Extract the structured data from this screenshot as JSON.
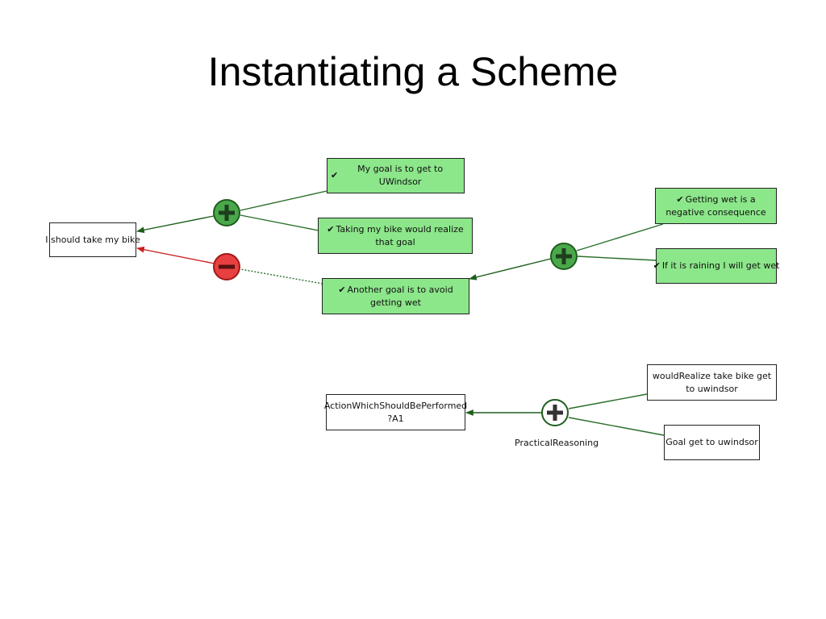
{
  "slide": {
    "title": "Instantiating a Scheme"
  },
  "diagram1": {
    "claim": "I should take my bike",
    "premise_goal": "My goal is to get to UWindsor",
    "premise_realize": "Taking my bike would realize that goal",
    "counter_goal": "Another goal is to avoid getting wet",
    "wet_negative": "Getting wet is a negative consequence",
    "raining_wet": "If it is raining I will get wet",
    "check_glyph": "✔"
  },
  "diagram2": {
    "conclusion": "ActionWhichShouldBePerformed ?A1",
    "premise_realize": "wouldRealize take bike get to uwindsor",
    "premise_goal": "Goal get to uwindsor",
    "scheme_label": "PracticalReasoning"
  },
  "colors": {
    "support": "#1e5e1e",
    "support_fill": "#4aa84a",
    "attack": "#cc1f1f",
    "attack_fill": "#e84040",
    "node_green": "#8ce68a"
  },
  "icons": {
    "support": "plus-circle-icon",
    "attack": "minus-circle-icon"
  }
}
